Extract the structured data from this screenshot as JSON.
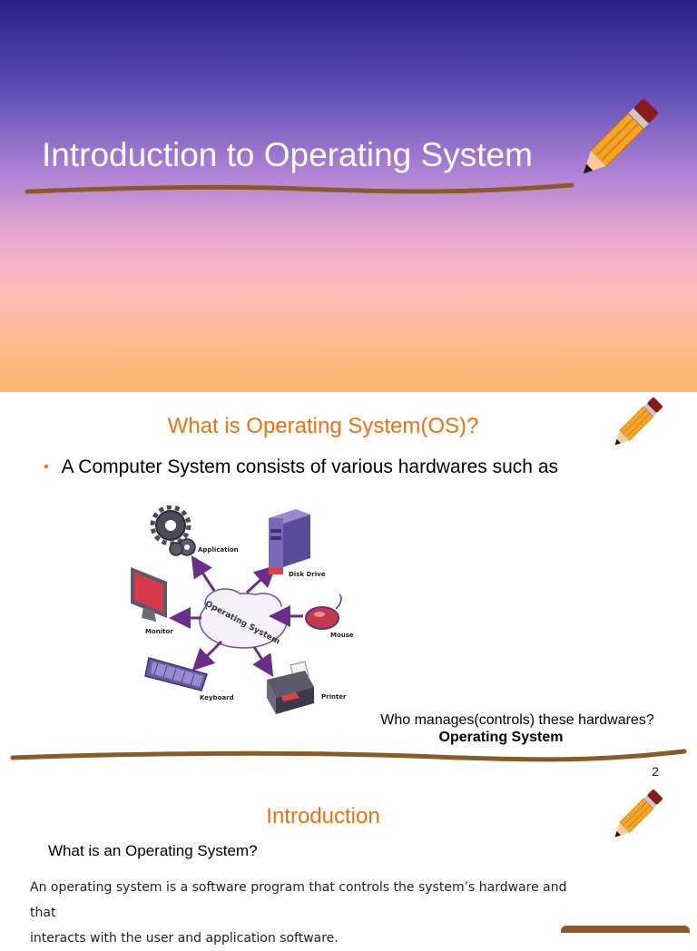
{
  "slide1": {
    "title": "Introduction to Operating System"
  },
  "slide2": {
    "title": "What is Operating System(OS)?",
    "bullet": "A Computer System consists of various hardwares such as",
    "diagram": {
      "center": "Operating System",
      "labels": {
        "application": "Application",
        "disk_drive": "Disk Drive",
        "monitor": "Monitor",
        "mouse": "Mouse",
        "keyboard": "Keyboard",
        "printer": "Printer"
      }
    },
    "question": "Who manages(controls) these hardwares?",
    "answer": "Operating System",
    "page_number": "2"
  },
  "slide3": {
    "title": "Introduction",
    "subtitle": "What is an Operating System?",
    "body_line1": "An operating system is a software program that controls the system’s hardware and that",
    "body_line2": "interacts with the user and application software."
  },
  "colors": {
    "accent_orange": "#f0700f",
    "rule_brown": "#8b5a2b",
    "diagram_purple": "#6a2d8c",
    "pencil_orange": "#f5a623",
    "pencil_eraser": "#8b1a1a"
  },
  "icons": [
    "pencil-icon",
    "gear-icon",
    "disk-drive-icon",
    "monitor-icon",
    "mouse-icon",
    "keyboard-icon",
    "printer-icon"
  ]
}
